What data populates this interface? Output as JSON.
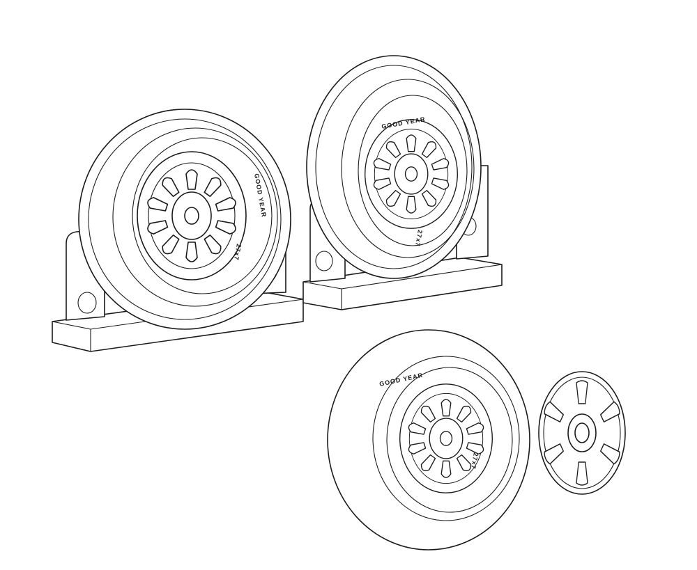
{
  "drawing": {
    "tire_brand": "GOOD YEAR",
    "tire_size": "27x7",
    "line_color": "#1a1a1a",
    "background": "#ffffff",
    "parts": [
      "left-wheel-on-stand",
      "middle-wheel-on-stand",
      "loose-wheel",
      "hub-cap"
    ]
  }
}
